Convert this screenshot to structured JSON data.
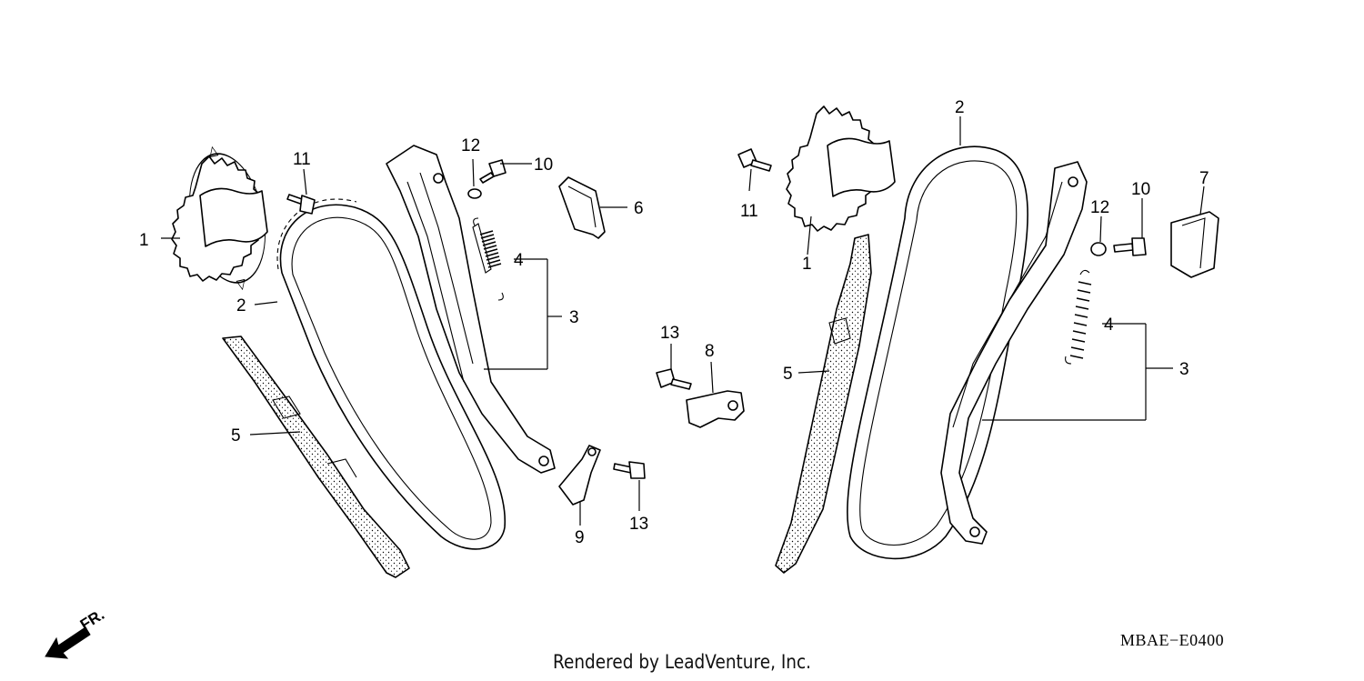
{
  "diagram": {
    "code": "MBAE−E0400",
    "credit": "Rendered by LeadVenture, Inc.",
    "front_indicator": "FR."
  },
  "callouts": {
    "left": {
      "p1": "1",
      "p2": "2",
      "p3": "3",
      "p4": "4",
      "p5": "5",
      "p6": "6",
      "p8": "8",
      "p9": "9",
      "p10": "10",
      "p11": "11",
      "p12": "12",
      "p13a": "13",
      "p13b": "13"
    },
    "right": {
      "p1": "1",
      "p2": "2",
      "p3": "3",
      "p4": "4",
      "p5": "5",
      "p7": "7",
      "p10": "10",
      "p11": "11",
      "p12": "12"
    }
  }
}
